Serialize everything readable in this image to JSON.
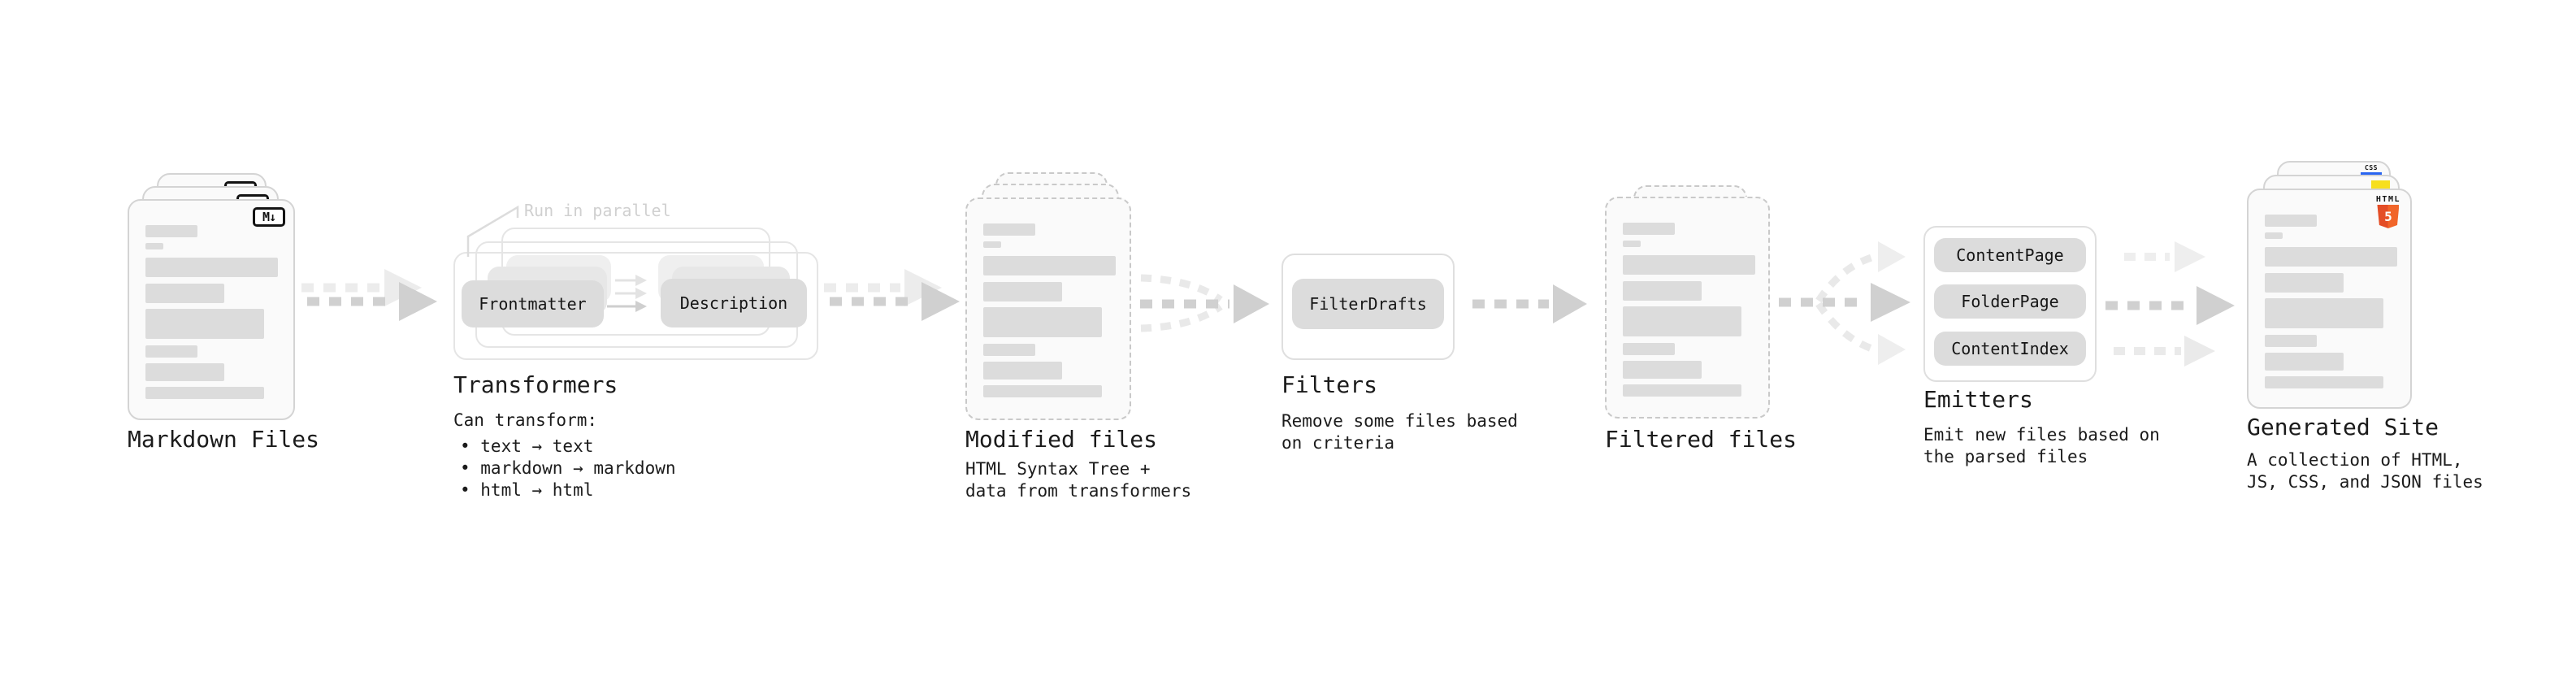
{
  "diagram": {
    "markdown": {
      "title": "Markdown Files",
      "badge": "M↓"
    },
    "transformers": {
      "note": "Run in parallel",
      "input_chip": "Frontmatter",
      "output_chip": "Description",
      "title": "Transformers",
      "caption": "Can transform:",
      "bullets": [
        "• text → text",
        "• markdown → markdown",
        "• html → html"
      ]
    },
    "modified": {
      "title": "Modified files",
      "caption": [
        "HTML Syntax Tree +",
        "data from transformers"
      ]
    },
    "filters": {
      "chip": "FilterDrafts",
      "title": "Filters",
      "caption": [
        "Remove some files based",
        "on criteria"
      ]
    },
    "filtered": {
      "title": "Filtered files"
    },
    "emitters": {
      "chips": [
        "ContentPage",
        "FolderPage",
        "ContentIndex"
      ],
      "title": "Emitters",
      "caption": [
        "Emit new files based on",
        "the parsed files"
      ]
    },
    "generated": {
      "title": "Generated Site",
      "caption": [
        "A collection of HTML,",
        "JS, CSS, and JSON files"
      ],
      "badge_css": "CSS",
      "badge_html_label": "HTML",
      "badge_html_number": "5"
    },
    "icons": {
      "markdown": "markdown-m-down-arrow",
      "css": "css-blue-underline",
      "js": "js-yellow-square",
      "html5": "html5-orange-shield"
    },
    "colors": {
      "html5_orange_dark": "#e44d26",
      "html5_orange_light": "#f16529",
      "js_yellow": "#f7df1e",
      "css_blue": "#2965f1",
      "arrow_dark": "#d0d0d0",
      "arrow_light": "#ececec",
      "chip_gray": "#dcdcdc",
      "card_bg": "#fafafa"
    }
  }
}
